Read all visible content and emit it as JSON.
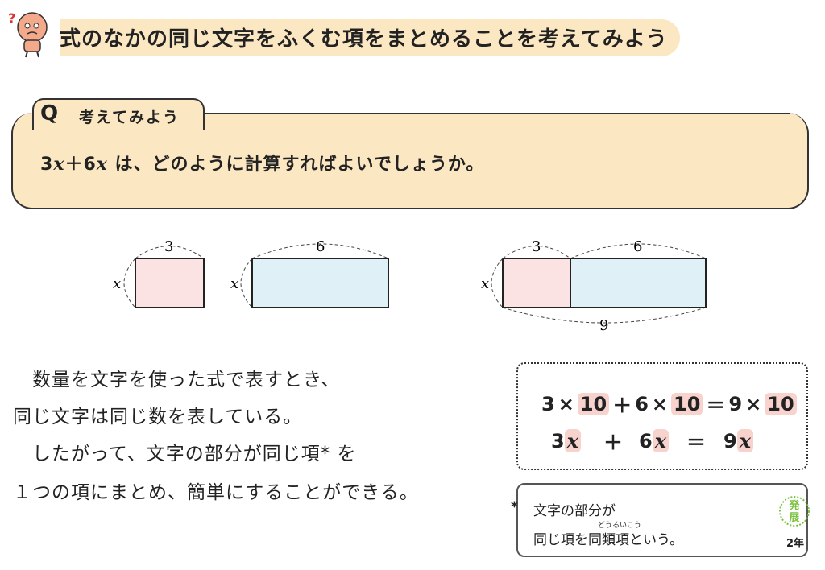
{
  "header": {
    "title": "式のなかの同じ文字をふくむ項をまとめることを考えてみよう",
    "mascot_icon": "thinking-character-icon"
  },
  "question_box": {
    "tab_letter": "Q",
    "tab_label": "考えてみよう",
    "question_pre": "3",
    "question_var1": "x",
    "question_mid": "＋6",
    "question_var2": "x",
    "question_post": " は、どのように計算すればよいでしょうか。"
  },
  "diagram": {
    "rect1_width_label": "3",
    "rect1_height_label": "x",
    "rect2_width_label": "6",
    "rect2_height_label": "x",
    "combined_width_label_a": "3",
    "combined_width_label_b": "6",
    "combined_height_label": "x",
    "combined_total_label": "9",
    "colors": {
      "pink": "#fbe3e3",
      "blue": "#dff1f6"
    }
  },
  "explanation": {
    "line1": "数量を文字を使った式で表すとき、",
    "line2": "同じ文字は同じ数を表している。",
    "line3": "したがって、文字の部分が同じ項* を",
    "line4": "１つの項にまとめ、簡単にすることができる。"
  },
  "math": {
    "row1": {
      "a": "3",
      "times1": "×",
      "n1": "10",
      "plus": "＋",
      "b": "6",
      "times2": "×",
      "n2": "10",
      "eq": "＝",
      "c": "9",
      "times3": "×",
      "n3": "10"
    },
    "row2": {
      "a": "3",
      "v1": "x",
      "plus": "＋",
      "b": "6",
      "v2": "x",
      "eq": "＝",
      "c": "9",
      "v3": "x"
    }
  },
  "note": {
    "star": "*",
    "line1": "文字の部分が",
    "line2_pre": "同じ項を",
    "ruby": "どうるいこう",
    "term": "同類項",
    "line2_post": "という。",
    "badge_top": "発",
    "badge_bottom": "展",
    "grade": "2年"
  }
}
